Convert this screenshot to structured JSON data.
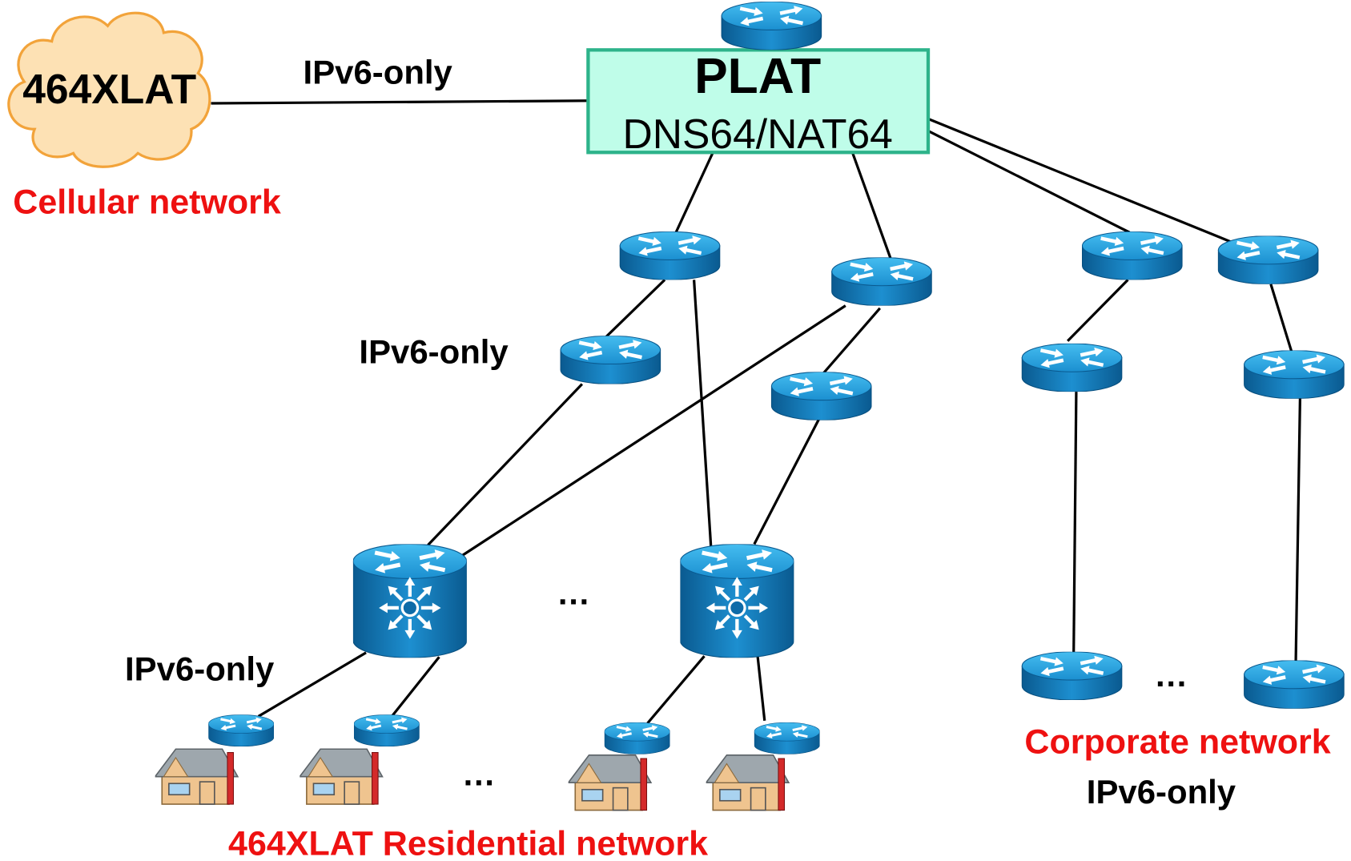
{
  "cellular": {
    "cloud_label": "464XLAT",
    "caption": "Cellular network",
    "link_label": "IPv6-only"
  },
  "plat": {
    "title": "PLAT",
    "subtitle": "DNS64/NAT64"
  },
  "residential": {
    "aggregation_label": "IPv6-only",
    "access_label": "IPv6-only",
    "switch_ellipsis": "…",
    "home_ellipsis": "…",
    "caption": "464XLAT Residential network"
  },
  "corporate": {
    "router_ellipsis": "…",
    "caption": "Corporate network",
    "label": "IPv6-only"
  },
  "icons": {
    "cloud": "cloud-icon",
    "router": "router-icon",
    "switch": "layer3-switch-icon",
    "home": "house-icon"
  },
  "colors": {
    "accent_red": "#ee1111",
    "plat_fill": "#bffde9",
    "plat_border": "#2db38a",
    "router_blue": "#1b8fd0",
    "cloud_fill": "#fde1b4",
    "cloud_border": "#f2a33a"
  }
}
